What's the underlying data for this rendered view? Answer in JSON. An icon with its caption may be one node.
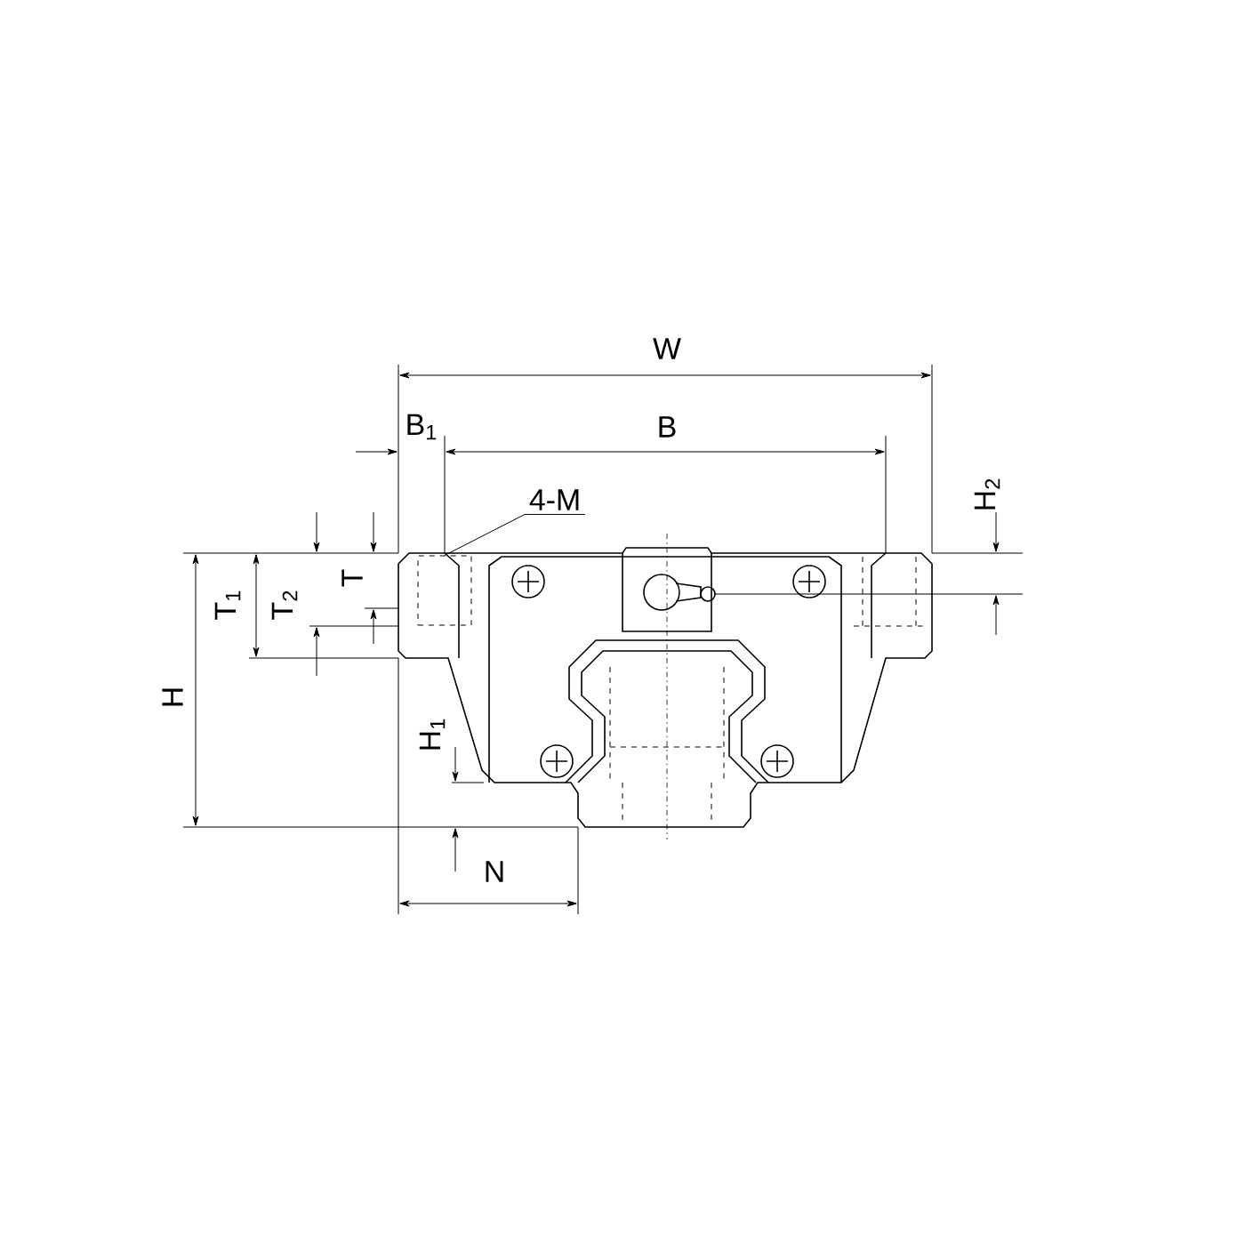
{
  "diagram": {
    "nodes": [
      {
        "text": [
          "4-M"
        ]
      },
      {
        "text": [],
        "shape": "box"
      }
    ],
    "edges": [
      {
        "from": 0,
        "to": 1,
        "arrow": "none"
      }
    ],
    "labels": [
      "W",
      "B$_{1}$",
      "B",
      "H$_{2}$",
      "T$_{1}$",
      "T$_{2}$",
      "T",
      "H",
      "H$_{1}$",
      "N"
    ]
  }
}
